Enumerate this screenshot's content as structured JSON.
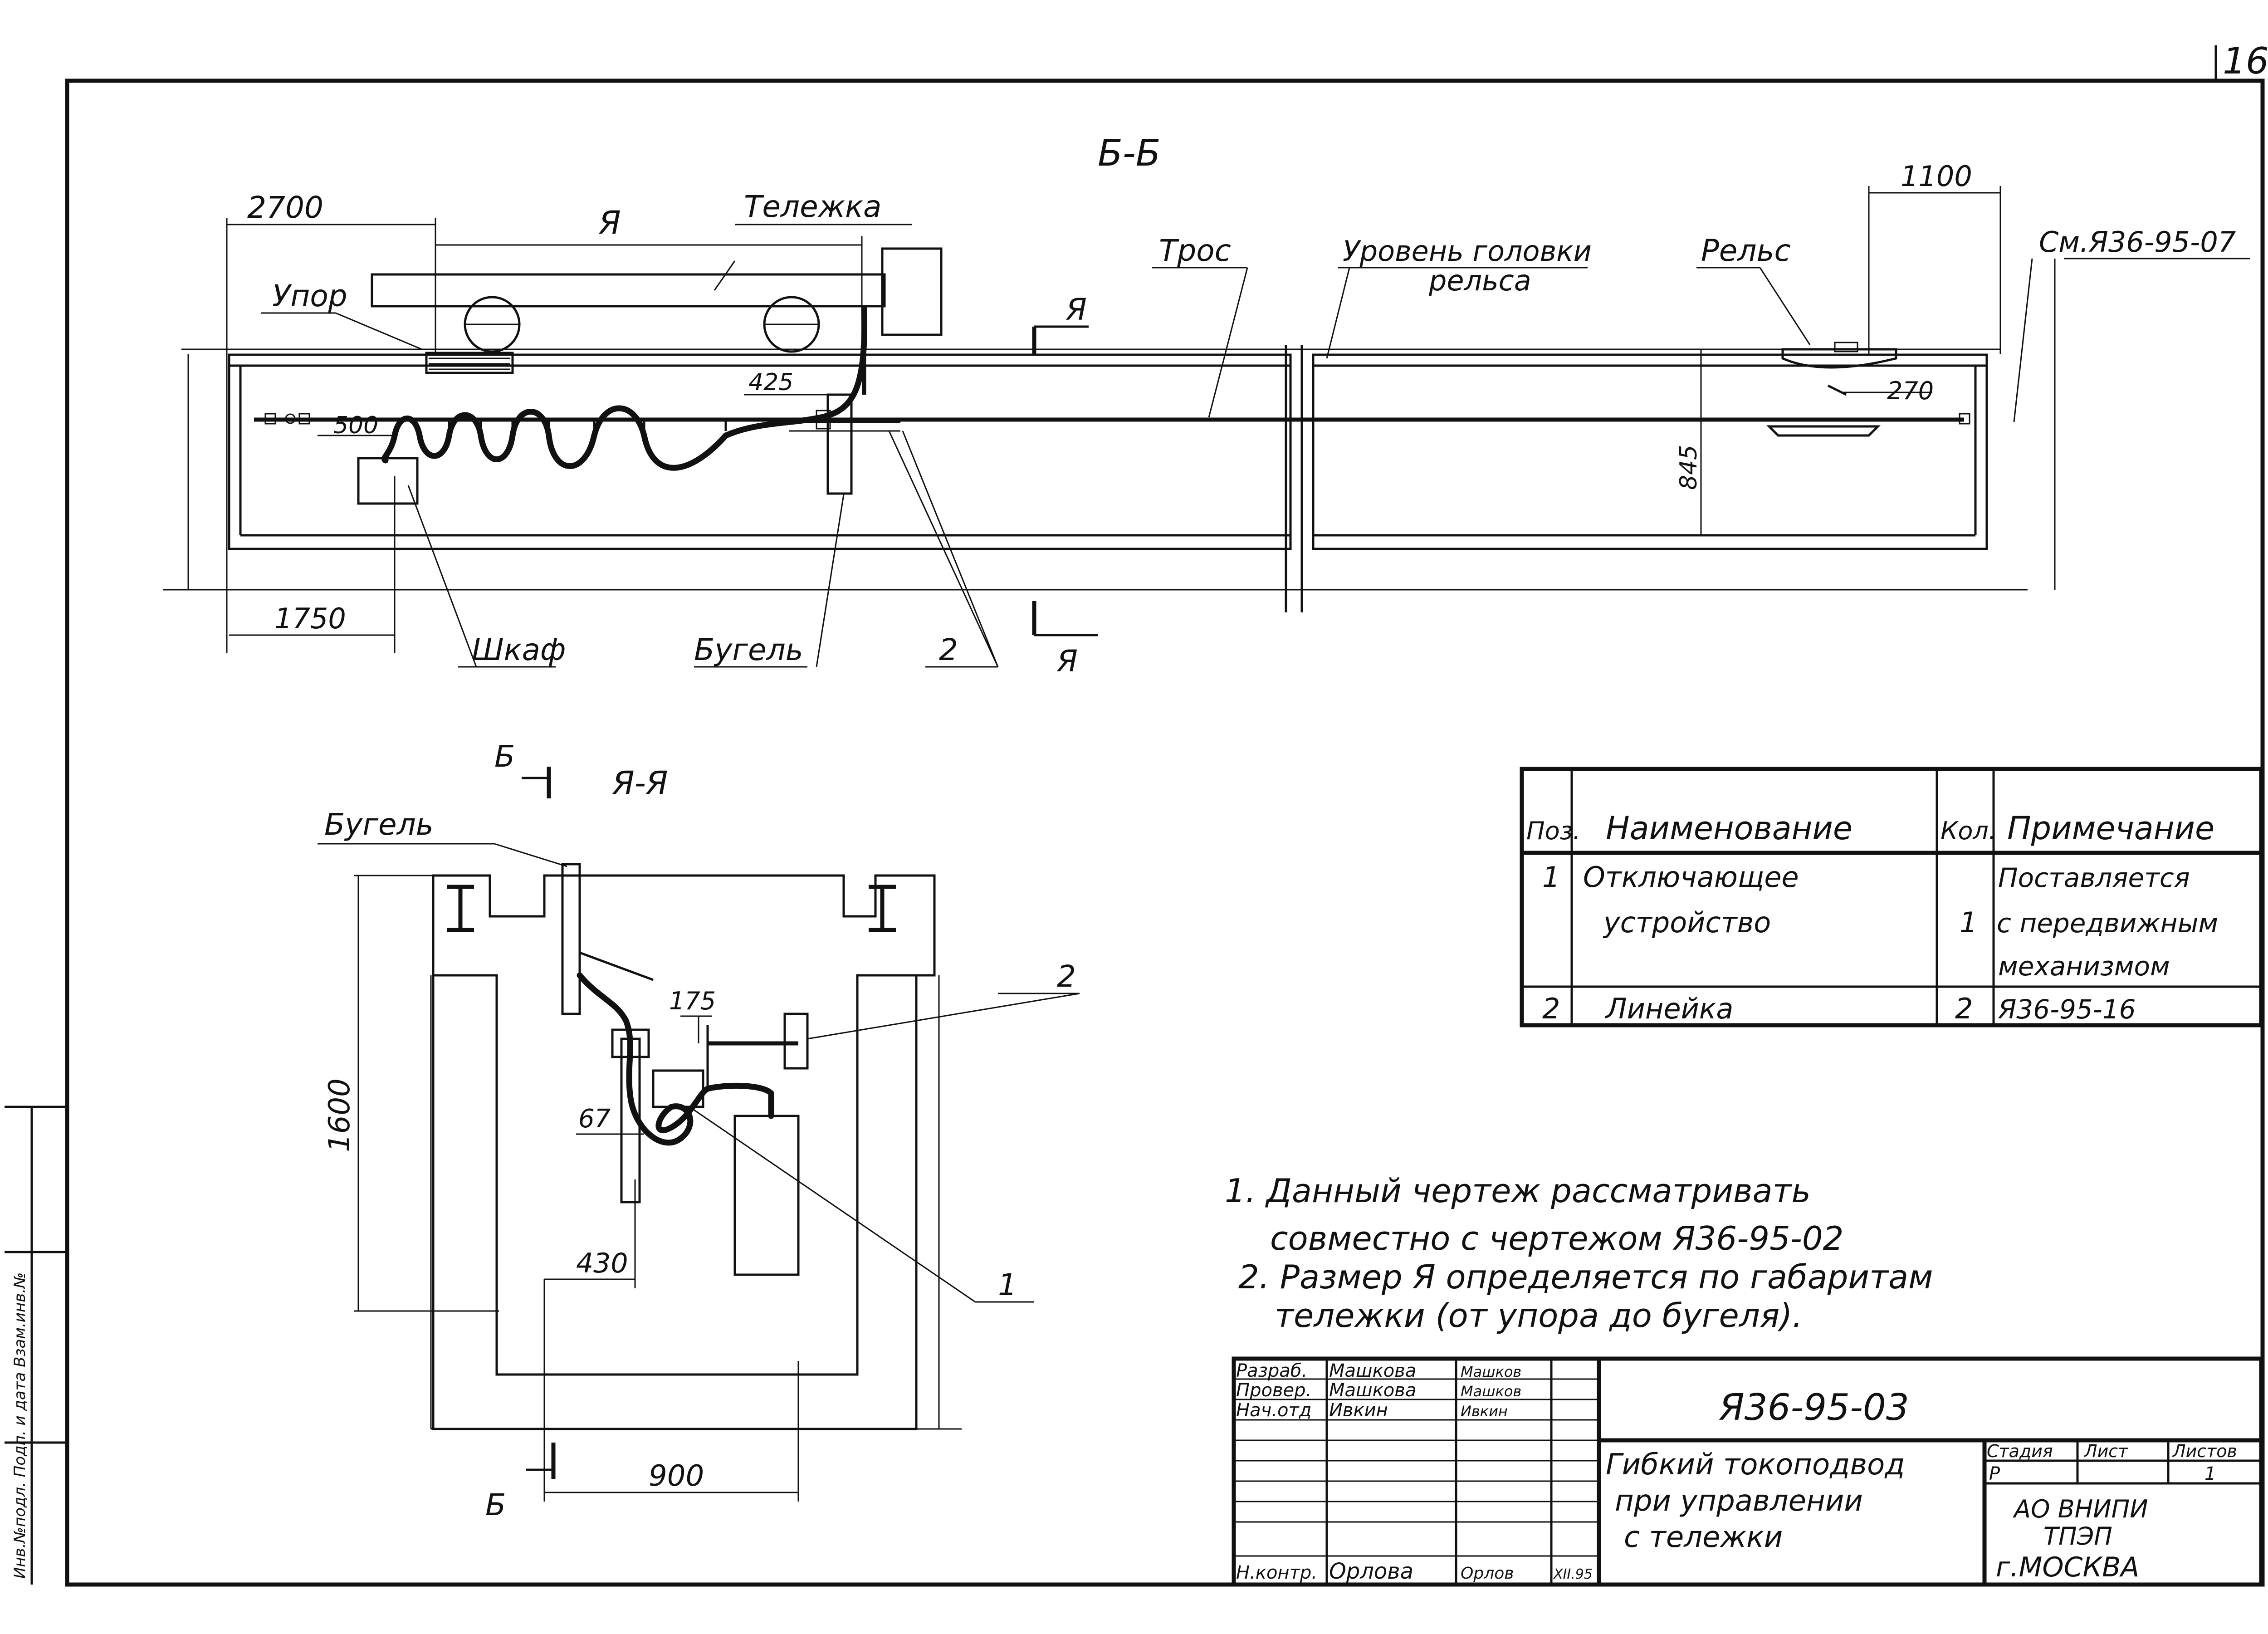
{
  "sheet_number": "16",
  "section_bb": {
    "title": "Б-Б",
    "dims": {
      "d2700": "2700",
      "dA": "Я",
      "d1100": "1100",
      "d425": "425",
      "d500": "500",
      "d270": "270",
      "d845": "845",
      "d1750": "1750"
    },
    "labels": {
      "trolley": "Тележка",
      "stop": "Упор",
      "rope": "Трос",
      "rail_level": "Уровень головки",
      "rail_level2": "рельса",
      "rail": "Рельс",
      "see_ref": "См.Я36-95-07",
      "cabinet": "Шкаф",
      "bugel": "Бугель",
      "pos2": "2",
      "cut_a_top": "Я",
      "cut_a_bottom": "Я"
    }
  },
  "section_aa": {
    "title": "Я-Я",
    "cut_b_top": "Б",
    "cut_b_bottom": "Б",
    "labels": {
      "bugel": "Бугель",
      "pos2": "2",
      "pos1": "1"
    },
    "dims": {
      "d1600": "1600",
      "d175": "175",
      "d67": "67",
      "d430": "430",
      "d900": "900"
    }
  },
  "spec_table": {
    "headers": {
      "pos": "Поз.",
      "name": "Наименование",
      "qty": "Кол.",
      "note": "Примечание"
    },
    "rows": [
      {
        "pos": "1",
        "name": "Отключающее",
        "qty": "",
        "note": "Поставляется"
      },
      {
        "pos": "",
        "name": "устройство",
        "qty": "1",
        "note": "с передвижным"
      },
      {
        "pos": "",
        "name": "",
        "qty": "",
        "note": "механизмом"
      },
      {
        "pos": "2",
        "name": "Линейка",
        "qty": "2",
        "note": "Я36-95-16"
      }
    ]
  },
  "notes": [
    "1. Данный чертеж рассматривать",
    "совместно с чертежом Я36-95-02",
    "2. Размер Я определяется по габаритам",
    "тележки (от упора до бугеля)."
  ],
  "title_block": {
    "doc_code": "Я36-95-03",
    "title_lines": [
      "Гибкий токоподвод",
      "при управлении",
      "с тележки"
    ],
    "people": [
      {
        "role": "Разраб.",
        "name": "Машкова",
        "sign": "Машков"
      },
      {
        "role": "Провер.",
        "name": "Машкова",
        "sign": "Машков"
      },
      {
        "role": "Нач.отд",
        "name": "Ивкин",
        "sign": "Ивкин"
      },
      {
        "role": "Н.контр.",
        "name": "Орлова",
        "sign": "Орлов"
      }
    ],
    "date": "XII.95",
    "stage_header": "Стадия",
    "sheet_header": "Лист",
    "sheets_header": "Листов",
    "stage": "Р",
    "sheet": "",
    "sheets": "1",
    "org_lines": [
      "АО ВНИПИ",
      "ТПЭП",
      "г.МОСКВА"
    ]
  },
  "left_strip": {
    "text": "Инв.№подл. Подп. и дата Взам.инв.№"
  }
}
